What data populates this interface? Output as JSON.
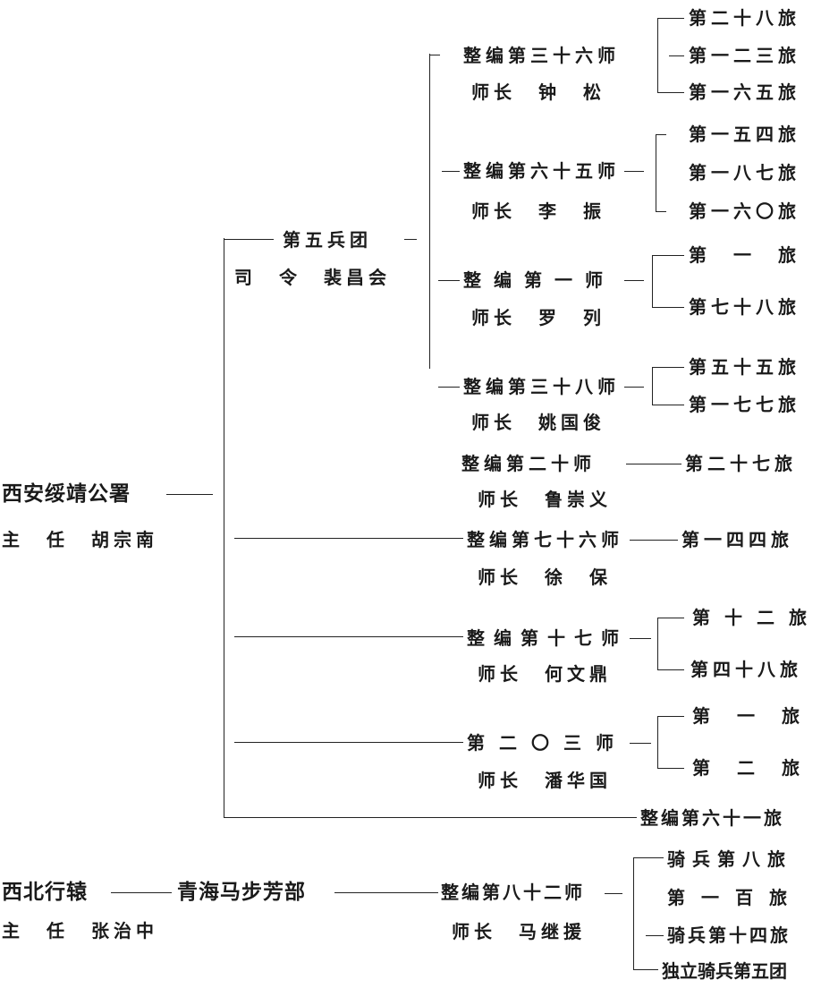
{
  "xian": {
    "org": "西安绥靖公署",
    "head": "主　任　胡宗南"
  },
  "army5": {
    "name": "第五兵团",
    "head": "司　令　裴昌会"
  },
  "divisions": [
    {
      "name": "整编第三十六师",
      "head": "师长　钟　松",
      "brigades": [
        "第二十八旅",
        "第一二三旅",
        "第一六五旅"
      ]
    },
    {
      "name": "整编第六十五师",
      "head": "师长　李　振",
      "brigades": [
        "第一五四旅",
        "第一八七旅",
        "第一六〇旅"
      ]
    },
    {
      "name": "整编第一师",
      "head": "师长　罗　列",
      "brigades": [
        "第一旅",
        "第七十八旅"
      ]
    },
    {
      "name": "整编第三十八师",
      "head": "师长　姚国俊",
      "brigades": [
        "第五十五旅",
        "第一七七旅"
      ]
    },
    {
      "name": "整编第二十师",
      "head": "师长　鲁崇义",
      "brigades": [
        "第二十七旅"
      ]
    },
    {
      "name": "整编第七十六师",
      "head": "师长　徐　保",
      "brigades": [
        "第一四四旅"
      ]
    },
    {
      "name": "整编第十七师",
      "head": "师长　何文鼎",
      "brigades": [
        "第十二旅",
        "第四十八旅"
      ]
    },
    {
      "name": "第二〇三师",
      "head": "师长　潘华国",
      "brigades": [
        "第一旅",
        "第二旅"
      ]
    }
  ],
  "independent_brigade": "整编第六十一旅",
  "northwest": {
    "org": "西北行辕",
    "head": "主　任　张治中",
    "sub": "青海马步芳部"
  },
  "div82": {
    "name": "整编第八十二师",
    "head": "师长　马继援",
    "brigades": [
      "骑兵第八旅",
      "第一百旅",
      "骑兵第十四旅",
      "独立骑兵第五团"
    ]
  }
}
